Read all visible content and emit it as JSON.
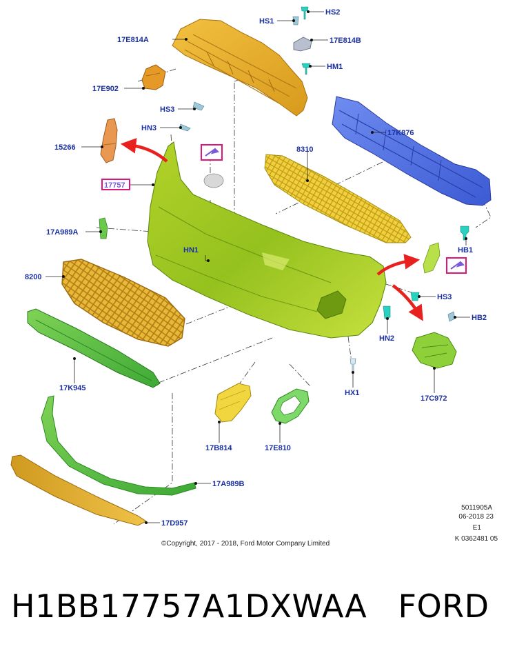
{
  "labels": {
    "hs1": "HS1",
    "hs2": "HS2",
    "e814a": "17E814A",
    "e814b": "17E814B",
    "hm1": "HM1",
    "e902": "17E902",
    "hs3_top": "HS3",
    "hn3": "HN3",
    "p15266": "15266",
    "k876": "17K876",
    "p8310": "8310",
    "p17757": "17757",
    "a989a": "17A989A",
    "hb1": "HB1",
    "hn1": "HN1",
    "p8200": "8200",
    "hs3_right": "HS3",
    "hn2": "HN2",
    "hb2": "HB2",
    "k945": "17K945",
    "hx1": "HX1",
    "c972": "17C972",
    "b814": "17B814",
    "e810": "17E810",
    "a989b": "17A989B",
    "d957": "17D957"
  },
  "info": {
    "line1": "5011905A",
    "line2": "06-2018 23",
    "line3": "E1",
    "line4": "K 0362481 05"
  },
  "copyright": "©Copyright, 2017 - 2018, Ford Motor Company Limited",
  "part_number": "H1BB17757A1DXWAA   FORD",
  "colors": {
    "label": "#1a2fa0",
    "highlight": "#e0157a",
    "arrow": "#e8201e",
    "bumper": "#9cc821",
    "absorber": "#d4d21a",
    "beam": "#4b6fe0",
    "upper_bracket": "#e8b42a",
    "grille": "#e0a92a",
    "lower_grille": "#5ec040",
    "clip": "#2ad0c0"
  }
}
